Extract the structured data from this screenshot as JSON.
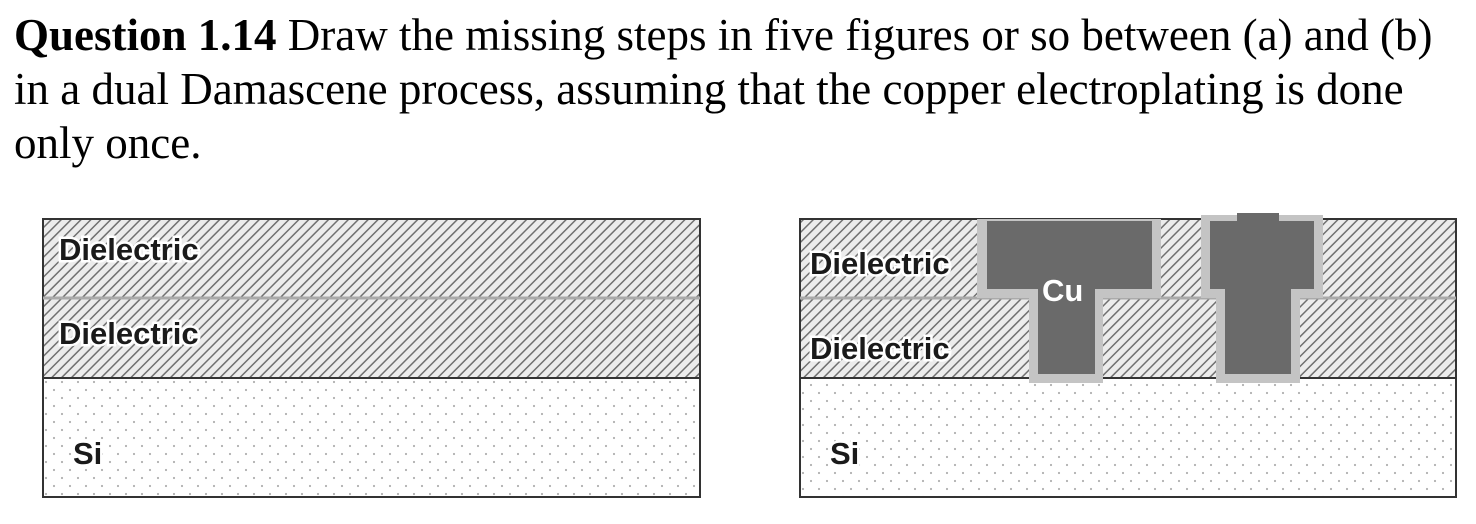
{
  "question": {
    "label": "Question 1.14",
    "text": " Draw the missing steps in five figures or so between (a) and (b) in a dual Damascene process, assuming that the copper electroplating is done only once."
  },
  "figure_a": {
    "layers": {
      "top_dielectric": "Dielectric",
      "bottom_dielectric": "Dielectric",
      "substrate": "Si"
    }
  },
  "figure_b": {
    "layers": {
      "top_dielectric": "Dielectric",
      "bottom_dielectric": "Dielectric",
      "substrate": "Si"
    },
    "metal_label": "Cu"
  },
  "colors": {
    "hatch": "#7a7a7a",
    "copper": "#6a6a6a",
    "liner": "#c4c4c4",
    "dots": "#b5b5b5"
  }
}
